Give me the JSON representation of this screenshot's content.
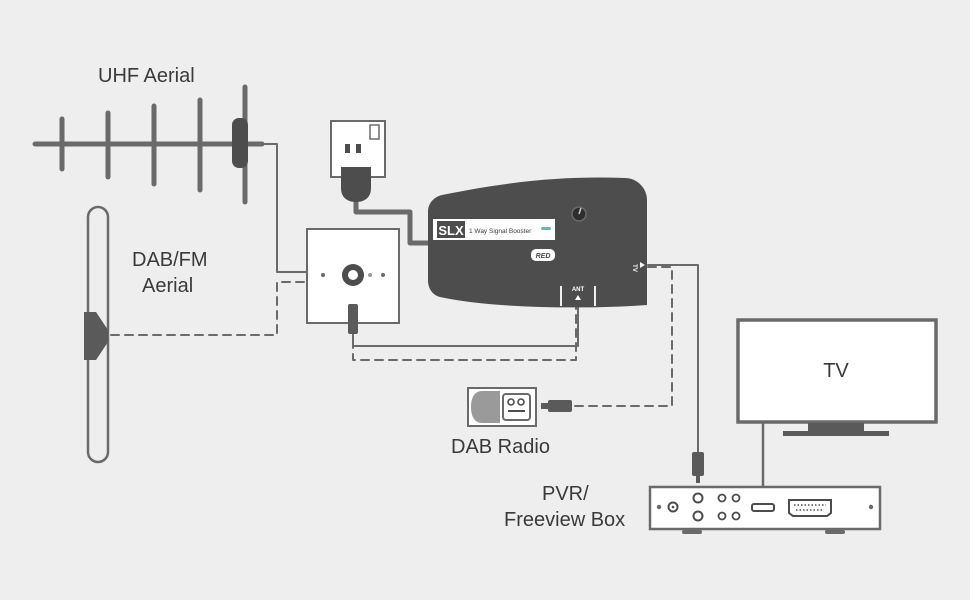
{
  "labels": {
    "uhf_aerial": "UHF Aerial",
    "dab_fm_aerial_line1": "DAB/FM",
    "dab_fm_aerial_line2": "Aerial",
    "tv": "TV",
    "dab_radio": "DAB Radio",
    "pvr_line1": "PVR/",
    "pvr_line2": "Freeview Box"
  },
  "booster": {
    "brand": "SLX",
    "model": "1 Way Signal Booster",
    "badge": "RED",
    "ant_port": "ANT",
    "tv_port": "TV"
  },
  "colors": {
    "background": "#eeeeee",
    "device_dark": "#4d4d4d",
    "outline": "#6a6a6a",
    "device_light": "#ffffff",
    "indicator": "#5bc0b0"
  },
  "icons": {
    "uhf": "yagi-antenna-icon",
    "dab_fm": "dipole-antenna-icon",
    "wall_socket": "mains-socket-icon",
    "wall_plate": "coax-wall-plate-icon",
    "booster": "signal-booster-icon",
    "radio": "dab-radio-icon",
    "tv": "television-icon",
    "pvr": "set-top-box-icon"
  }
}
